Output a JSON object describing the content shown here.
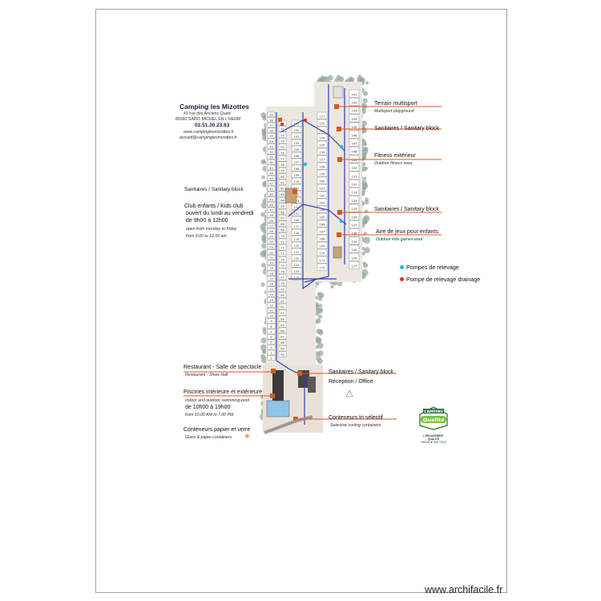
{
  "info": {
    "title": "Camping les Mizottes",
    "address": "41 rue des Anciens Quais",
    "city": "85560 SAINT MICHEL EN L'HERM",
    "phone": "02.51.30.23.63",
    "website": "www.campinglesmizottes.fr",
    "email": "accueil@campinglesmizottes.fr"
  },
  "labels_left": {
    "sanitaires": "Sanitaires / Sanitary block",
    "club_title": "Club enfants / Kids club",
    "club_line2": "ouvert du lundi au vendredi",
    "club_line3": "de 9h00 à 12h00",
    "club_sub1": "open from monday to friday",
    "club_sub2": "from 9.00 to 12.00 am",
    "restaurant": "Restaurant - Salle de spectacle",
    "restaurant_sub": "Restaurant - Show Hall",
    "piscines": "Piscines intérieure et extérieure",
    "piscines_sub": "Indoor and outdoor swimming-pool",
    "piscines_hours": "de 10h00 à 19h00",
    "piscines_sub2": "from 10.00 AM to 7.00 PM",
    "conteneurs_papier": "Conteneurs papier et verre",
    "conteneurs_papier_sub": "Glass & paper containers"
  },
  "labels_right": {
    "terrain": "Terrain multisport",
    "terrain_sub": "Multisport playground",
    "sanitaires1": "Sanitaires / Sanitary block",
    "fitness": "Fitness extérieur",
    "fitness_sub": "Outdoor fitness area",
    "sanitaires2": "Sanitaires / Sanitary block",
    "aire": "Aire de jeux pour enfants",
    "aire_sub": "Outdoor kids games area",
    "sanitaires3": "Sanitaires / Sanitary block",
    "reception": "Réception / Office",
    "conteneurs": "Conteneurs tri sélectif",
    "conteneurs_sub": "Selective sorting containers"
  },
  "legend": {
    "pompes": "Pompes de relevage",
    "pompes_color": "#2ab5c9",
    "drainage": "Pompe de relevage drainage",
    "drainage_color": "#d8381f"
  },
  "logo": {
    "top": "CAMPING",
    "badge": "Qualité",
    "line1": "L'ENGAGEMENT QUALITÉ",
    "line2": "PARTAGÉ PAR TOUS"
  },
  "colors": {
    "accent": "#d8581f",
    "path": "#2f3fb0",
    "pitch_border": "#6b6b6b",
    "tree": "#9aa8a0"
  },
  "map": {
    "pitches_col_a": [
      "39",
      "38",
      "37",
      "36",
      "35",
      "34",
      "33",
      "32",
      "31",
      "30",
      "45",
      "44",
      "43",
      "42",
      "41",
      "40",
      "49",
      "48",
      "47",
      "46",
      "28",
      "27",
      "26",
      "25",
      "24",
      "23",
      "22",
      "21",
      "20",
      "19",
      "18",
      "17",
      "16",
      "15",
      "14",
      "13",
      "12",
      "11",
      "10",
      "9",
      "8",
      "7",
      "6",
      "5",
      "4",
      "3",
      "2"
    ],
    "pitches_col_b": [
      "51",
      "52",
      "53",
      "54",
      "55",
      "56",
      "57",
      "58",
      "59",
      "60",
      "61",
      "62",
      "63",
      "64",
      "65",
      "66",
      "67",
      "68",
      "69",
      "70",
      "71",
      "72",
      "73",
      "74",
      "75",
      "76",
      "77",
      "78",
      "79",
      "80",
      "81",
      "82",
      "83",
      "84",
      "85",
      "86",
      "87",
      "88",
      "89",
      "90"
    ],
    "pitches_col_c": [
      "101",
      "102",
      "103",
      "104",
      "105",
      "106",
      "107",
      "108",
      "109",
      "110",
      "111",
      "112",
      "113",
      "114",
      "115",
      "116",
      "117",
      "118",
      "119",
      "120",
      "121",
      "122",
      "123",
      "124",
      "125"
    ],
    "pitches_col_d": [
      "151",
      "152",
      "153",
      "154",
      "155",
      "156",
      "157",
      "158",
      "159",
      "160",
      "161",
      "162",
      "163",
      "164",
      "165",
      "166",
      "167",
      "168",
      "169",
      "170",
      "171",
      "172"
    ],
    "pitches_col_e": [
      "141",
      "142",
      "143",
      "144",
      "145",
      "146",
      "147",
      "148",
      "149",
      "150",
      "131",
      "132",
      "133",
      "134",
      "135",
      "136",
      "137",
      "138",
      "139",
      "140",
      "126",
      "127"
    ]
  }
}
